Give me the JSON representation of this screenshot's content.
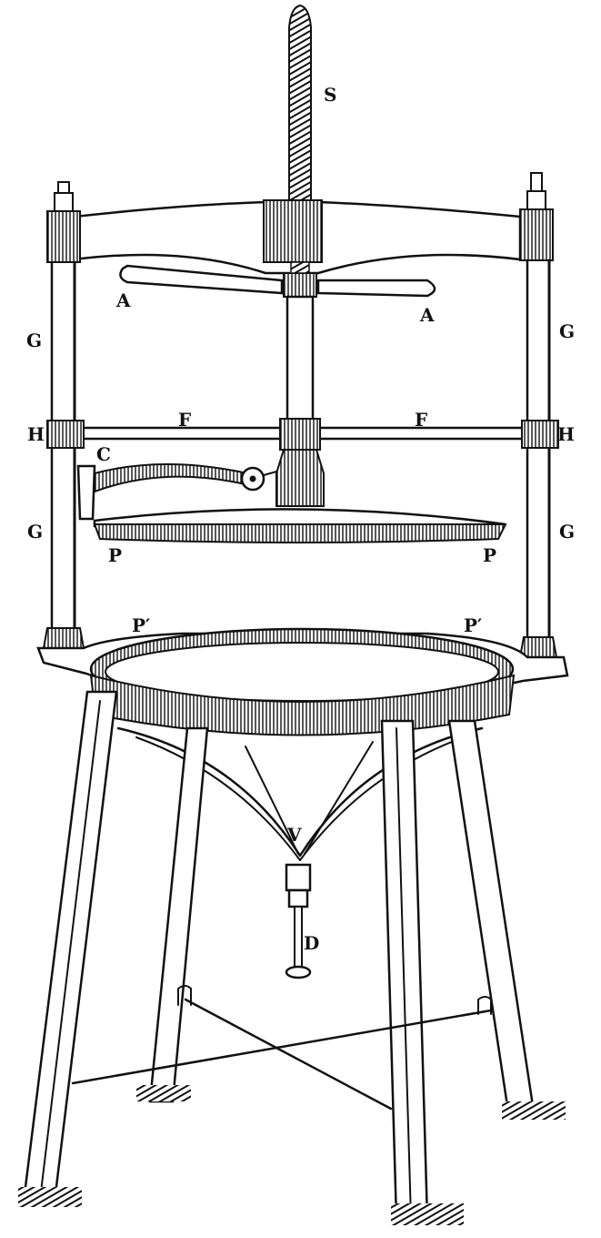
{
  "figure": {
    "subject": "Screw press on four-legged stand",
    "ink_color": "#111111",
    "paper_color": "#ffffff"
  },
  "labels": {
    "S": "S",
    "A_left": "A",
    "A_right": "A",
    "G_upper_left": "G",
    "G_upper_right": "G",
    "H_left": "H",
    "H_right": "H",
    "F_left": "F",
    "F_right": "F",
    "C": "C",
    "G_lower_left": "G",
    "G_lower_right": "G",
    "P_left": "P",
    "P_right": "P",
    "P_prime_left": "P′",
    "P_prime_right": "P′",
    "V": "V",
    "D": "D"
  }
}
